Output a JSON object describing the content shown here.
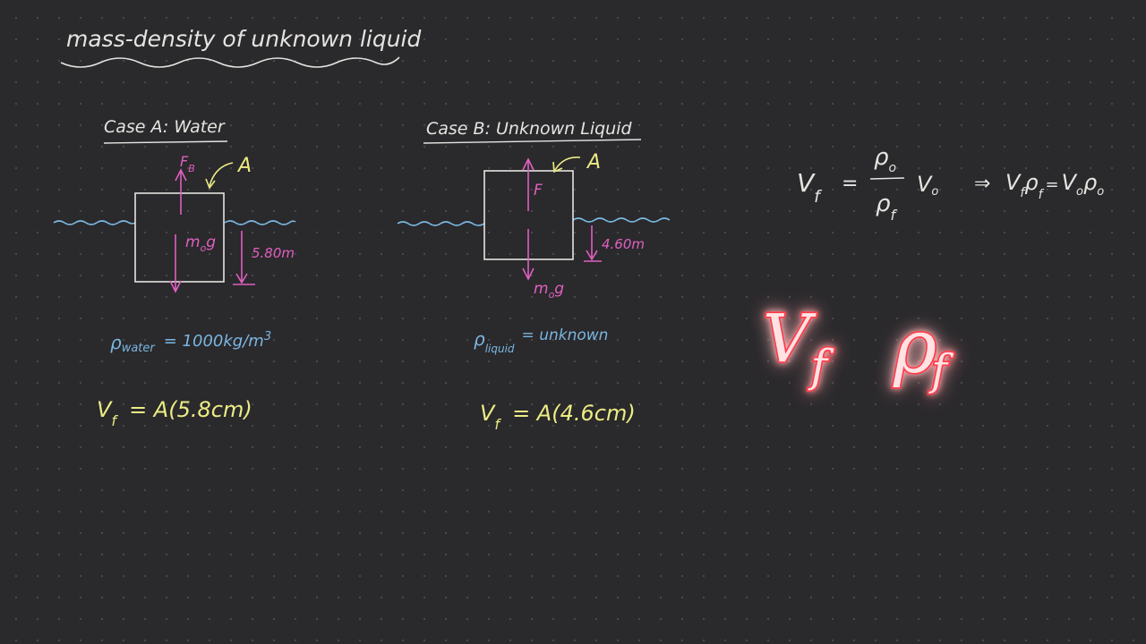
{
  "title": "mass-density of unknown liquid",
  "colors": {
    "background": "#2a292c",
    "chalk": "#e6e4e0",
    "water": "#7ab6e0",
    "force": "#e060c0",
    "annotation": "#ecec84",
    "neon": "#ff3a4a"
  },
  "case_a": {
    "heading": "Case A: Water",
    "area_label": "A",
    "buoyant_force": "F",
    "buoyant_force_sub": "B",
    "weight": "m",
    "weight_sub": "o",
    "weight_g": "g",
    "depth": "5.80m",
    "density_symbol": "ρ",
    "density_sub": "water",
    "density_value": "= 1000kg/m",
    "density_exp": "3",
    "volume_symbol": "V",
    "volume_sub": "f",
    "volume_value": "= A(5.8cm)"
  },
  "case_b": {
    "heading": "Case B: Unknown Liquid",
    "area_label": "A",
    "buoyant_force": "F",
    "weight": "m",
    "weight_sub": "o",
    "weight_g": "g",
    "depth": "4.60m",
    "density_symbol": "ρ",
    "density_sub": "liquid",
    "density_value": "= unknown",
    "volume_symbol": "V",
    "volume_sub": "f",
    "volume_value": "= A(4.6cm)"
  },
  "formula": {
    "lhs": "V",
    "lhs_sub": "f",
    "equals": "=",
    "num": "ρ",
    "num_sub": "o",
    "den": "ρ",
    "den_sub": "f",
    "v0": "V",
    "v0_sub": "o",
    "implies": "⇒",
    "rhs": "V",
    "rhs_sub": "f",
    "rhs_rho": "ρ",
    "rhs_rho_sub": "f",
    "rhs_eq": "=",
    "rhs_v": "V",
    "rhs_v_sub": "o",
    "rhs_rho2": "ρ",
    "rhs_rho2_sub": "o"
  },
  "highlight": {
    "v": "V",
    "v_sub": "f",
    "rho": "ρ",
    "rho_sub": "f"
  }
}
